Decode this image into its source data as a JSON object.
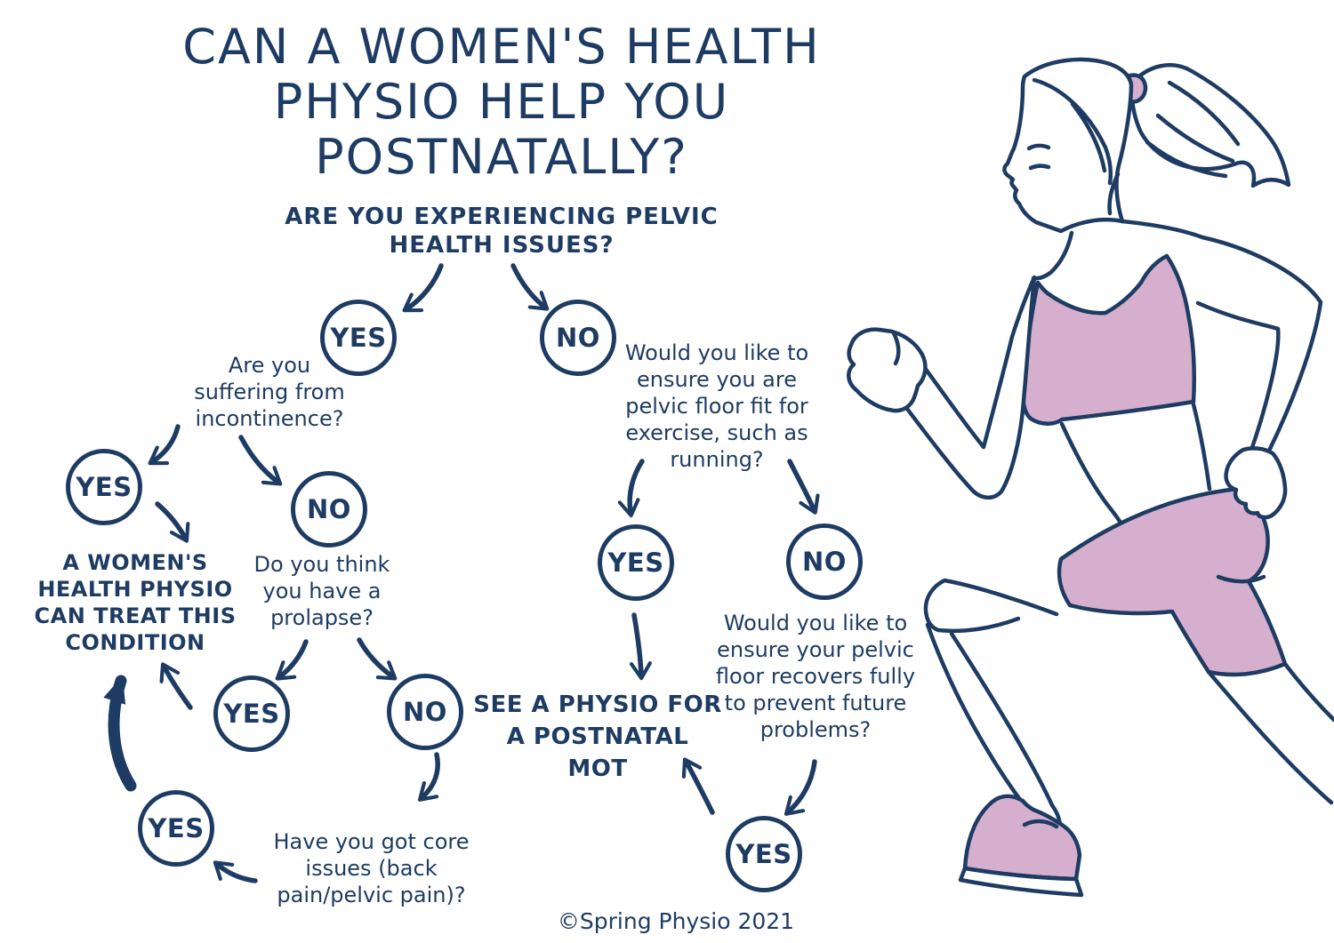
{
  "title": "CAN A WOMEN'S HEALTH\nPHYSIO HELP YOU\nPOSTNATALLY?",
  "subtitle": "ARE YOU EXPERIENCING PELVIC\nHEALTH ISSUES?",
  "questions": {
    "incontinence": "Are you\nsuffering from\nincontinence?",
    "prolapse": "Do you think\nyou have a\nprolapse?",
    "core": "Have you got core\nissues (back\npain/pelvic pain)?",
    "fit": "Would you like to\nensure you are\npelvic floor fit for\nexercise, such as\nrunning?",
    "recover": "Would you like to\nensure your pelvic\nfloor recovers fully\nto prevent future\nproblems?"
  },
  "outcomes": {
    "treat": "A WOMEN'S\nHEALTH PHYSIO\nCAN TREAT THIS\nCONDITION",
    "mot": "SEE A PHYSIO FOR\nA POSTNATAL\nMOT"
  },
  "nodes": [
    {
      "id": "pelvic-issues-yes",
      "label": "YES"
    },
    {
      "id": "pelvic-issues-no",
      "label": "NO"
    },
    {
      "id": "incontinence-yes",
      "label": "YES"
    },
    {
      "id": "incontinence-no",
      "label": "NO"
    },
    {
      "id": "prolapse-yes",
      "label": "YES"
    },
    {
      "id": "prolapse-no",
      "label": "NO"
    },
    {
      "id": "core-issues-yes",
      "label": "YES"
    },
    {
      "id": "pelvic-fit-yes",
      "label": "YES"
    },
    {
      "id": "pelvic-fit-no",
      "label": "NO"
    },
    {
      "id": "recover-yes",
      "label": "YES"
    }
  ],
  "footer": "©Spring Physio 2021",
  "colors": {
    "ink": "#1e3c63",
    "accent_pink": "#d5afcd",
    "background": "#ffffff"
  },
  "illustration": {
    "name": "running-woman",
    "description": "line-art woman running in pink sports bra, shorts and sneaker"
  }
}
